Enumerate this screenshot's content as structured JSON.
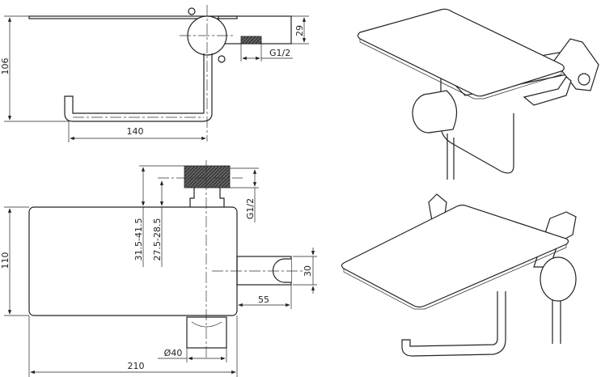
{
  "drawing": {
    "side_view": {
      "height_dim": "106",
      "shelf_thickness_dim": "29",
      "thread_dim": "G1/2",
      "holder_length_dim": "140"
    },
    "top_view": {
      "depth_dim": "110",
      "width_dim": "210",
      "wall_range_dim_1": "31.5-41.5",
      "wall_range_dim_2": "27.5-28.5",
      "thread_dim": "G1/2",
      "handshower_holder_width_dim": "30",
      "handshower_holder_length_dim": "55",
      "handle_diameter_dim": "Ø40"
    }
  }
}
